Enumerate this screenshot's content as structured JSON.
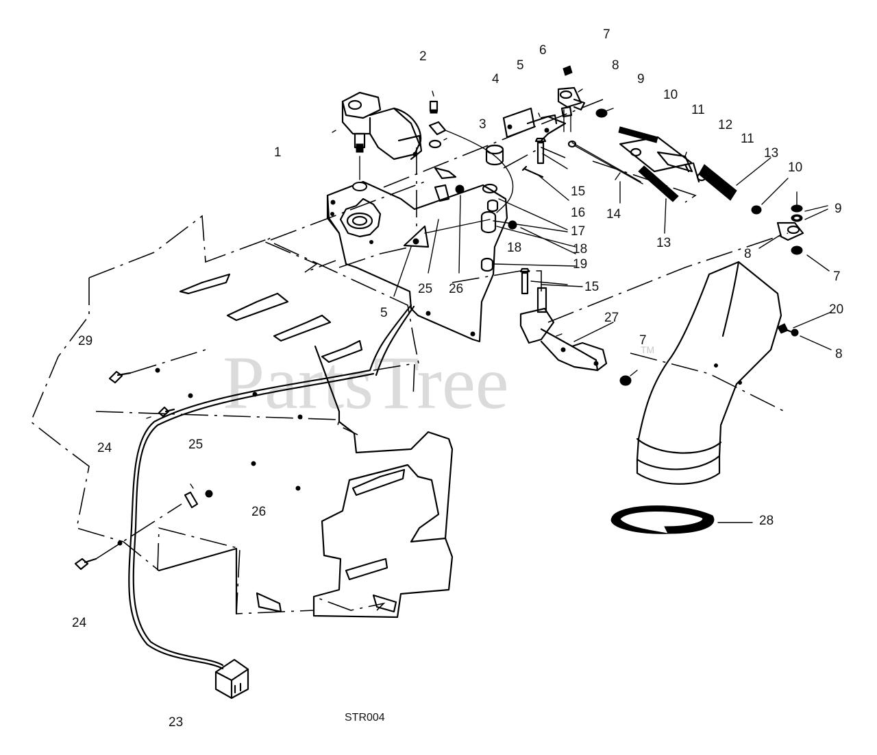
{
  "diagram": {
    "drawing_code": "STR004",
    "watermark": "PartsTree",
    "watermark_mark": "TM",
    "callouts": [
      "1",
      "2",
      "3",
      "4",
      "5",
      "6",
      "7",
      "8",
      "9",
      "10",
      "11",
      "12",
      "13",
      "14",
      "15",
      "16",
      "17",
      "18",
      "19",
      "20",
      "23",
      "24",
      "25",
      "26",
      "27",
      "28",
      "29"
    ],
    "label_instances": [
      {
        "id": "7",
        "text": "7"
      },
      {
        "id": "6",
        "text": "6"
      },
      {
        "id": "2",
        "text": "2"
      },
      {
        "id": "5",
        "text": "5"
      },
      {
        "id": "8",
        "text": "8"
      },
      {
        "id": "4",
        "text": "4"
      },
      {
        "id": "9",
        "text": "9"
      },
      {
        "id": "10",
        "text": "10"
      },
      {
        "id": "11",
        "text": "11"
      },
      {
        "id": "3",
        "text": "3"
      },
      {
        "id": "12",
        "text": "12"
      },
      {
        "id": "11b",
        "text": "11"
      },
      {
        "id": "1",
        "text": "1"
      },
      {
        "id": "13",
        "text": "13"
      },
      {
        "id": "10b",
        "text": "10"
      },
      {
        "id": "15",
        "text": "15"
      },
      {
        "id": "16",
        "text": "16"
      },
      {
        "id": "14",
        "text": "14"
      },
      {
        "id": "9b",
        "text": "9"
      },
      {
        "id": "17",
        "text": "17"
      },
      {
        "id": "13b",
        "text": "13"
      },
      {
        "id": "18",
        "text": "18"
      },
      {
        "id": "18b",
        "text": "18"
      },
      {
        "id": "8b",
        "text": "8"
      },
      {
        "id": "19",
        "text": "19"
      },
      {
        "id": "7b",
        "text": "7"
      },
      {
        "id": "25",
        "text": "25"
      },
      {
        "id": "26",
        "text": "26"
      },
      {
        "id": "15b",
        "text": "15"
      },
      {
        "id": "5b",
        "text": "5"
      },
      {
        "id": "20",
        "text": "20"
      },
      {
        "id": "27",
        "text": "27"
      },
      {
        "id": "29",
        "text": "29"
      },
      {
        "id": "7c",
        "text": "7"
      },
      {
        "id": "8c",
        "text": "8"
      },
      {
        "id": "24",
        "text": "24"
      },
      {
        "id": "25b",
        "text": "25"
      },
      {
        "id": "26b",
        "text": "26"
      },
      {
        "id": "28",
        "text": "28"
      },
      {
        "id": "24b",
        "text": "24"
      },
      {
        "id": "23",
        "text": "23"
      }
    ]
  }
}
